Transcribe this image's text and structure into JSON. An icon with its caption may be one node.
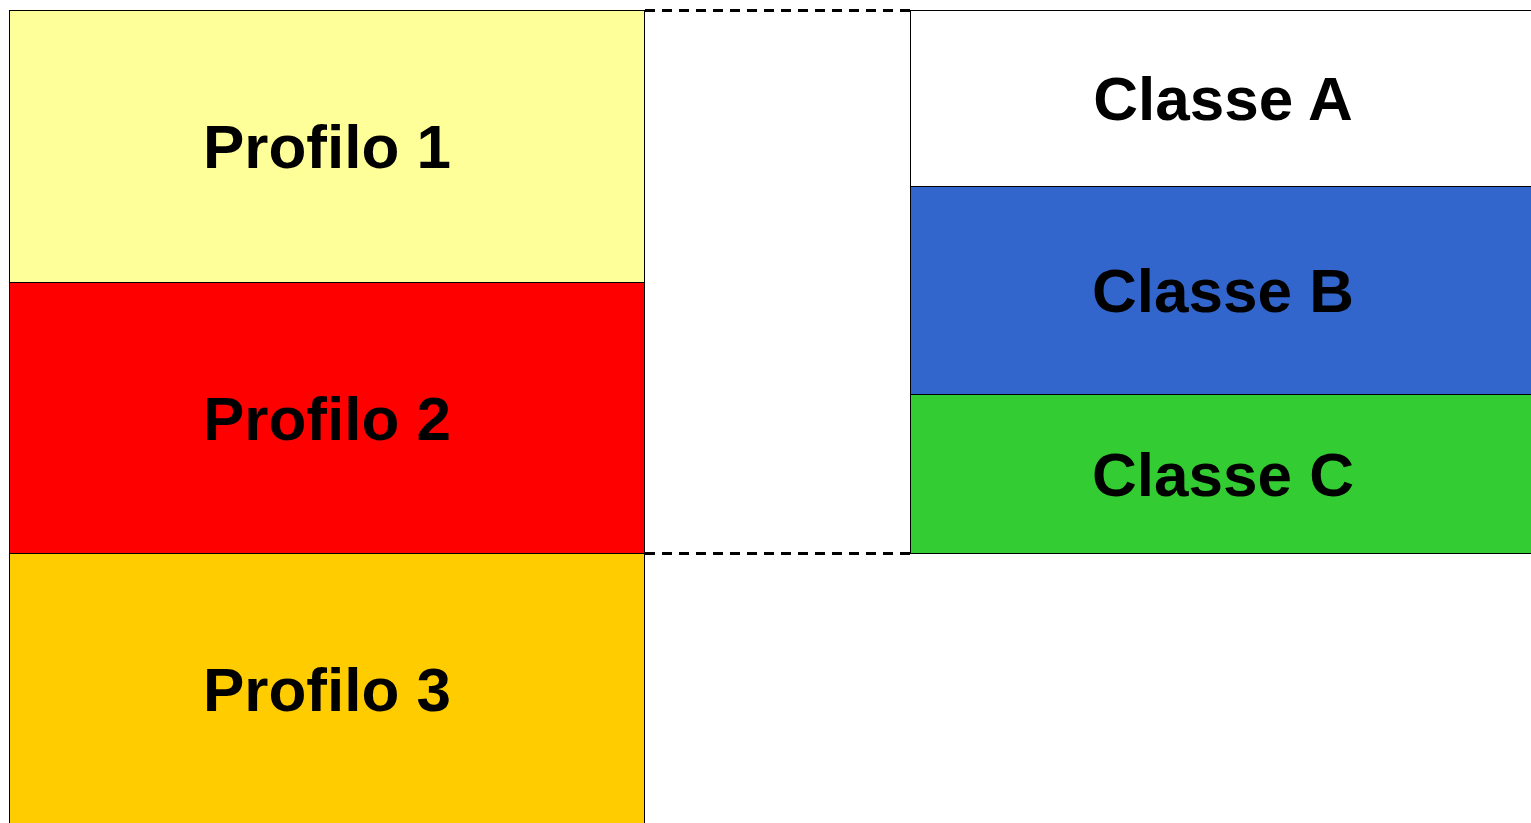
{
  "diagram": {
    "nodes": [
      {
        "text": [
          "Profilo 1"
        ]
      },
      {
        "text": [
          "Profilo 2"
        ]
      },
      {
        "text": [
          "Profilo 3"
        ]
      },
      {
        "text": [
          "Classe A"
        ]
      },
      {
        "text": [
          "Classe B"
        ]
      },
      {
        "text": [
          "Classe C"
        ]
      }
    ],
    "edges": [
      {
        "from": 0,
        "to": 3,
        "arrow": "none",
        "style": "dashed"
      },
      {
        "from": 1,
        "to": 5,
        "arrow": "none",
        "style": "dashed"
      }
    ]
  }
}
